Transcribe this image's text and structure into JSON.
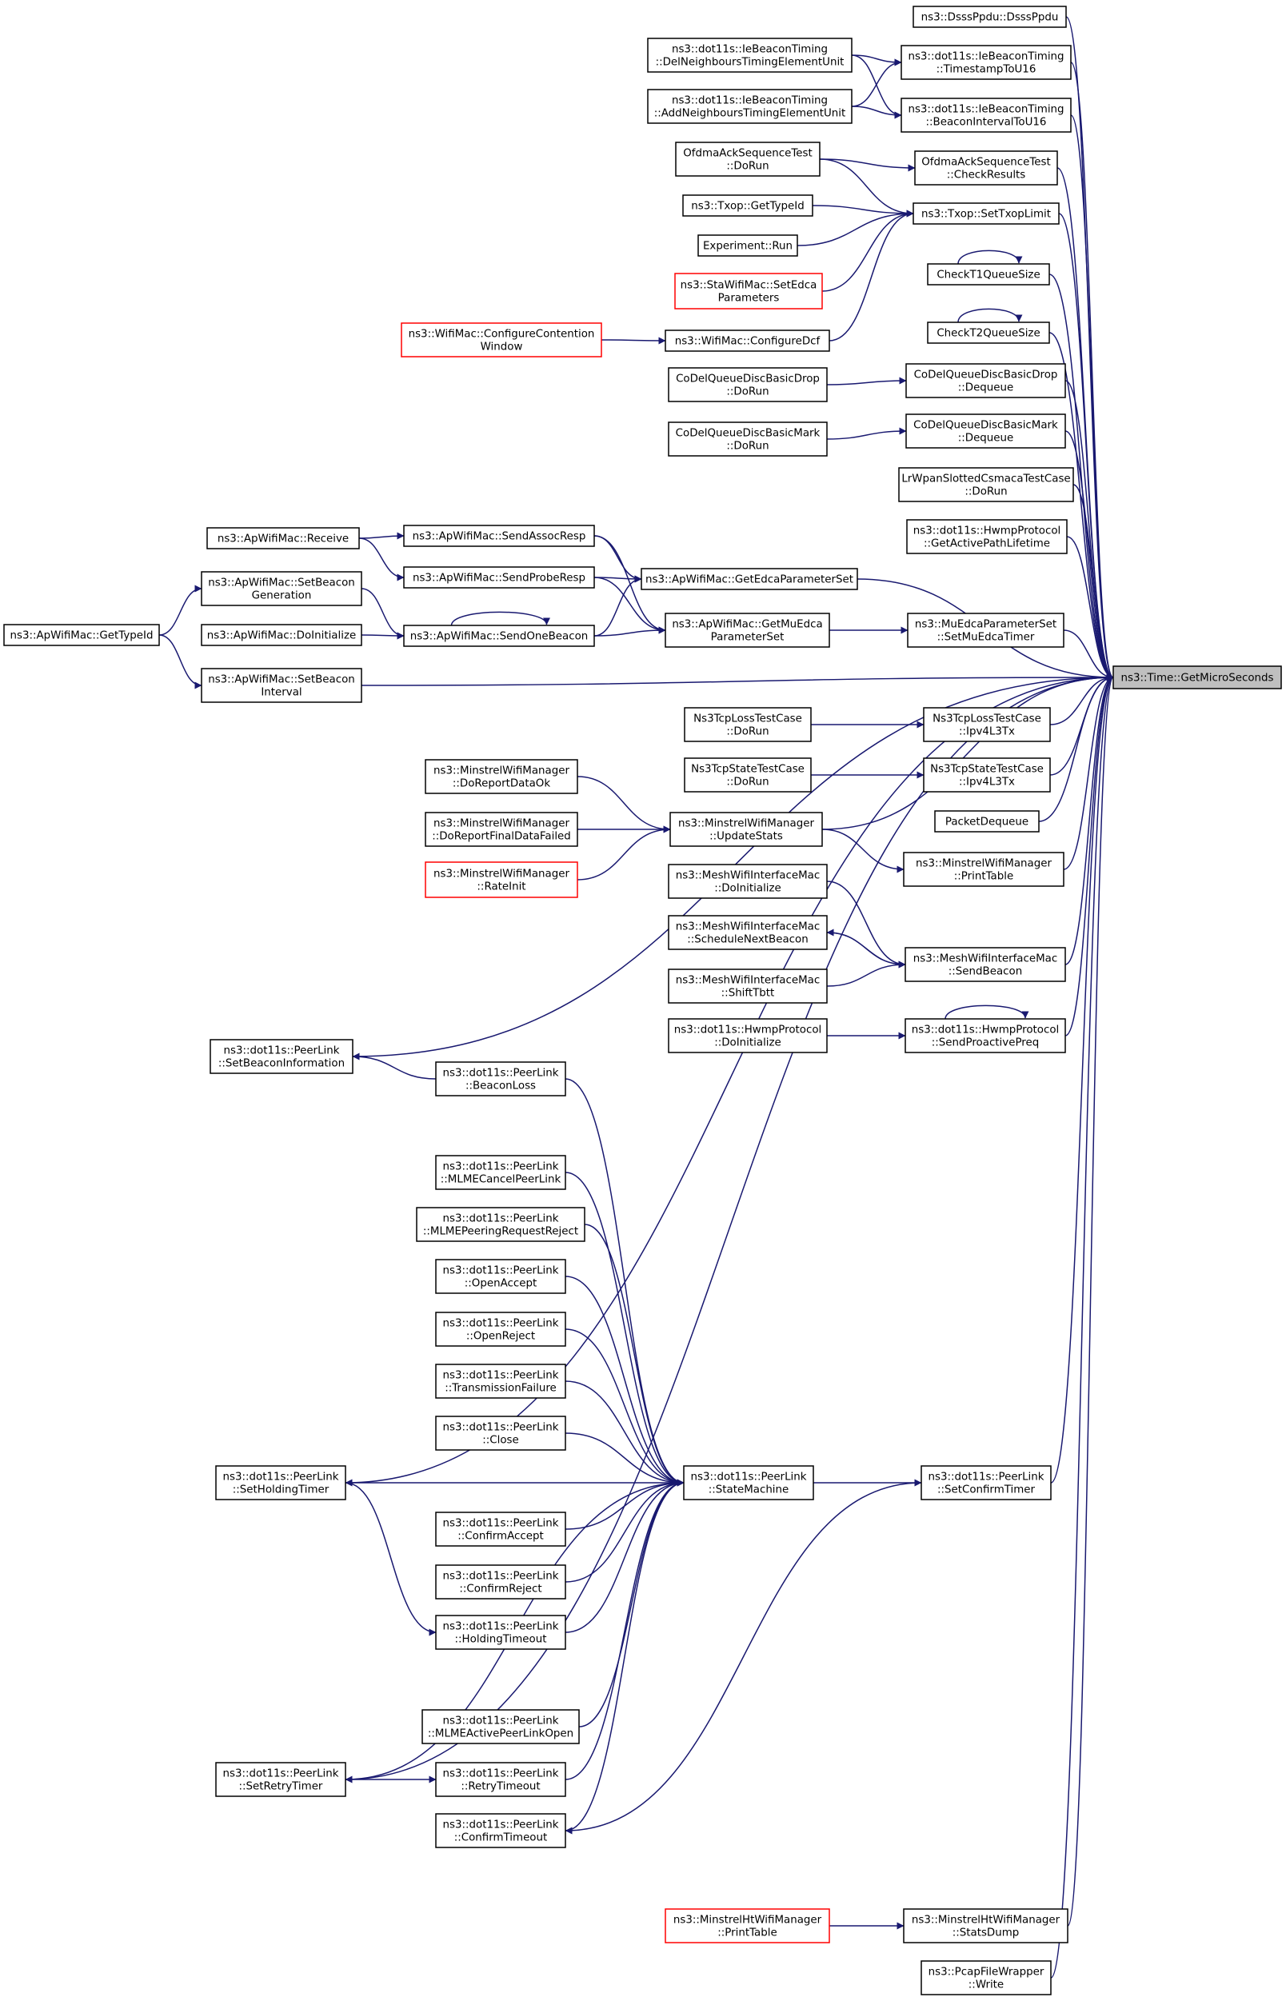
{
  "graph": {
    "type": "call-graph",
    "direction": "caller-to-callee",
    "colors": {
      "edge": "#191970",
      "node_border": "#000000",
      "node_border_truncated": "#ff0000",
      "node_fill": "#ffffff",
      "root_fill": "#bfbfbf",
      "text": "#000000"
    },
    "nodes": [
      {
        "id": "root",
        "lines": [
          "ns3::Time::GetMicroSeconds"
        ],
        "style": "root"
      },
      {
        "id": "dsss",
        "lines": [
          "ns3::DsssPpdu::DsssPpdu"
        ]
      },
      {
        "id": "delnb",
        "lines": [
          "ns3::dot11s::IeBeaconTiming",
          "::DelNeighboursTimingElementUnit"
        ]
      },
      {
        "id": "ts16",
        "lines": [
          "ns3::dot11s::IeBeaconTiming",
          "::TimestampToU16"
        ]
      },
      {
        "id": "addnb",
        "lines": [
          "ns3::dot11s::IeBeaconTiming",
          "::AddNeighboursTimingElementUnit"
        ]
      },
      {
        "id": "bi16",
        "lines": [
          "ns3::dot11s::IeBeaconTiming",
          "::BeaconIntervalToU16"
        ]
      },
      {
        "id": "ofdmarun",
        "lines": [
          "OfdmaAckSequenceTest",
          "::DoRun"
        ]
      },
      {
        "id": "ofdmacheck",
        "lines": [
          "OfdmaAckSequenceTest",
          "::CheckResults"
        ]
      },
      {
        "id": "txoptid",
        "lines": [
          "ns3::Txop::GetTypeId"
        ]
      },
      {
        "id": "settxop",
        "lines": [
          "ns3::Txop::SetTxopLimit"
        ]
      },
      {
        "id": "exprun",
        "lines": [
          "Experiment::Run"
        ]
      },
      {
        "id": "staedca",
        "lines": [
          "ns3::StaWifiMac::SetEdca",
          "Parameters"
        ],
        "style": "truncated"
      },
      {
        "id": "check1",
        "lines": [
          "CheckT1QueueSize"
        ]
      },
      {
        "id": "check2",
        "lines": [
          "CheckT2QueueSize"
        ]
      },
      {
        "id": "cfgcw",
        "lines": [
          "ns3::WifiMac::ConfigureContention",
          "Window"
        ],
        "style": "truncated"
      },
      {
        "id": "cfgdcf",
        "lines": [
          "ns3::WifiMac::ConfigureDcf"
        ]
      },
      {
        "id": "cdbdrun",
        "lines": [
          "CoDelQueueDiscBasicDrop",
          "::DoRun"
        ]
      },
      {
        "id": "cdbddeq",
        "lines": [
          "CoDelQueueDiscBasicDrop",
          "::Dequeue"
        ]
      },
      {
        "id": "cdbmrun",
        "lines": [
          "CoDelQueueDiscBasicMark",
          "::DoRun"
        ]
      },
      {
        "id": "cdbmdeq",
        "lines": [
          "CoDelQueueDiscBasicMark",
          "::Dequeue"
        ]
      },
      {
        "id": "lrwpan",
        "lines": [
          "LrWpanSlottedCsmacaTestCase",
          "::DoRun"
        ]
      },
      {
        "id": "hwmpapl",
        "lines": [
          "ns3::dot11s::HwmpProtocol",
          "::GetActivePathLifetime"
        ]
      },
      {
        "id": "apreceive",
        "lines": [
          "ns3::ApWifiMac::Receive"
        ]
      },
      {
        "id": "sendassoc",
        "lines": [
          "ns3::ApWifiMac::SendAssocResp"
        ]
      },
      {
        "id": "setbeacongen",
        "lines": [
          "ns3::ApWifiMac::SetBeacon",
          "Generation"
        ]
      },
      {
        "id": "sendprobe",
        "lines": [
          "ns3::ApWifiMac::SendProbeResp"
        ]
      },
      {
        "id": "getedca",
        "lines": [
          "ns3::ApWifiMac::GetEdcaParameterSet"
        ]
      },
      {
        "id": "gettypeid",
        "lines": [
          "ns3::ApWifiMac::GetTypeId"
        ]
      },
      {
        "id": "doinit",
        "lines": [
          "ns3::ApWifiMac::DoInitialize"
        ]
      },
      {
        "id": "sendonebeacon",
        "lines": [
          "ns3::ApWifiMac::SendOneBeacon"
        ]
      },
      {
        "id": "getmuedca",
        "lines": [
          "ns3::ApWifiMac::GetMuEdca",
          "ParameterSet"
        ]
      },
      {
        "id": "setmuedcatimer",
        "lines": [
          "ns3::MuEdcaParameterSet",
          "::SetMuEdcaTimer"
        ]
      },
      {
        "id": "setbeaconint",
        "lines": [
          "ns3::ApWifiMac::SetBeacon",
          "Interval"
        ]
      },
      {
        "id": "tcplossrun",
        "lines": [
          "Ns3TcpLossTestCase",
          "::DoRun"
        ]
      },
      {
        "id": "tcplossipv4",
        "lines": [
          "Ns3TcpLossTestCase",
          "::Ipv4L3Tx"
        ]
      },
      {
        "id": "tcpstaterun",
        "lines": [
          "Ns3TcpStateTestCase",
          "::DoRun"
        ]
      },
      {
        "id": "tcpstateipv4",
        "lines": [
          "Ns3TcpStateTestCase",
          "::Ipv4L3Tx"
        ]
      },
      {
        "id": "mdrok",
        "lines": [
          "ns3::MinstrelWifiManager",
          "::DoReportDataOk"
        ]
      },
      {
        "id": "pktdeq",
        "lines": [
          "PacketDequeue"
        ]
      },
      {
        "id": "mdrfdf",
        "lines": [
          "ns3::MinstrelWifiManager",
          "::DoReportFinalDataFailed"
        ]
      },
      {
        "id": "mupdate",
        "lines": [
          "ns3::MinstrelWifiManager",
          "::UpdateStats"
        ]
      },
      {
        "id": "mrateinit",
        "lines": [
          "ns3::MinstrelWifiManager",
          "::RateInit"
        ],
        "style": "truncated"
      },
      {
        "id": "mprint",
        "lines": [
          "ns3::MinstrelWifiManager",
          "::PrintTable"
        ]
      },
      {
        "id": "meshdoinit",
        "lines": [
          "ns3::MeshWifiInterfaceMac",
          "::DoInitialize"
        ]
      },
      {
        "id": "meshsched",
        "lines": [
          "ns3::MeshWifiInterfaceMac",
          "::ScheduleNextBeacon"
        ]
      },
      {
        "id": "meshsend",
        "lines": [
          "ns3::MeshWifiInterfaceMac",
          "::SendBeacon"
        ]
      },
      {
        "id": "meshshift",
        "lines": [
          "ns3::MeshWifiInterfaceMac",
          "::ShiftTbtt"
        ]
      },
      {
        "id": "hwmpdoinit",
        "lines": [
          "ns3::dot11s::HwmpProtocol",
          "::DoInitialize"
        ]
      },
      {
        "id": "hwmpsendpreq",
        "lines": [
          "ns3::dot11s::HwmpProtocol",
          "::SendProactivePreq"
        ]
      },
      {
        "id": "plsetbeaconinfo",
        "lines": [
          "ns3::dot11s::PeerLink",
          "::SetBeaconInformation"
        ]
      },
      {
        "id": "plbeaconloss",
        "lines": [
          "ns3::dot11s::PeerLink",
          "::BeaconLoss"
        ]
      },
      {
        "id": "plmlmecancel",
        "lines": [
          "ns3::dot11s::PeerLink",
          "::MLMECancelPeerLink"
        ]
      },
      {
        "id": "plmlmereject",
        "lines": [
          "ns3::dot11s::PeerLink",
          "::MLMEPeeringRequestReject"
        ]
      },
      {
        "id": "plopenaccept",
        "lines": [
          "ns3::dot11s::PeerLink",
          "::OpenAccept"
        ]
      },
      {
        "id": "plopenreject",
        "lines": [
          "ns3::dot11s::PeerLink",
          "::OpenReject"
        ]
      },
      {
        "id": "pltxfail",
        "lines": [
          "ns3::dot11s::PeerLink",
          "::TransmissionFailure"
        ]
      },
      {
        "id": "plclose",
        "lines": [
          "ns3::dot11s::PeerLink",
          "::Close"
        ]
      },
      {
        "id": "plsetholding",
        "lines": [
          "ns3::dot11s::PeerLink",
          "::SetHoldingTimer"
        ]
      },
      {
        "id": "plsm",
        "lines": [
          "ns3::dot11s::PeerLink",
          "::StateMachine"
        ]
      },
      {
        "id": "plsetconfirm",
        "lines": [
          "ns3::dot11s::PeerLink",
          "::SetConfirmTimer"
        ]
      },
      {
        "id": "plconfaccept",
        "lines": [
          "ns3::dot11s::PeerLink",
          "::ConfirmAccept"
        ]
      },
      {
        "id": "plconfreject",
        "lines": [
          "ns3::dot11s::PeerLink",
          "::ConfirmReject"
        ]
      },
      {
        "id": "plholdingto",
        "lines": [
          "ns3::dot11s::PeerLink",
          "::HoldingTimeout"
        ]
      },
      {
        "id": "plmlmeactive",
        "lines": [
          "ns3::dot11s::PeerLink",
          "::MLMEActivePeerLinkOpen"
        ]
      },
      {
        "id": "plsetretry",
        "lines": [
          "ns3::dot11s::PeerLink",
          "::SetRetryTimer"
        ]
      },
      {
        "id": "plretryto",
        "lines": [
          "ns3::dot11s::PeerLink",
          "::RetryTimeout"
        ]
      },
      {
        "id": "plconfto",
        "lines": [
          "ns3::dot11s::PeerLink",
          "::ConfirmTimeout"
        ]
      },
      {
        "id": "mhtprint",
        "lines": [
          "ns3::MinstrelHtWifiManager",
          "::PrintTable"
        ],
        "style": "truncated"
      },
      {
        "id": "mhtstats",
        "lines": [
          "ns3::MinstrelHtWifiManager",
          "::StatsDump"
        ]
      },
      {
        "id": "pcapwrite",
        "lines": [
          "ns3::PcapFileWrapper",
          "::Write"
        ]
      }
    ],
    "edges": [
      [
        "dsss",
        "root"
      ],
      [
        "ts16",
        "root"
      ],
      [
        "bi16",
        "root"
      ],
      [
        "ofdmacheck",
        "root"
      ],
      [
        "settxop",
        "root"
      ],
      [
        "check1",
        "root"
      ],
      [
        "check2",
        "root"
      ],
      [
        "cdbddeq",
        "root"
      ],
      [
        "cdbmdeq",
        "root"
      ],
      [
        "lrwpan",
        "root"
      ],
      [
        "hwmpapl",
        "root"
      ],
      [
        "getedca",
        "root"
      ],
      [
        "setmuedcatimer",
        "root"
      ],
      [
        "setbeaconint",
        "root"
      ],
      [
        "tcplossipv4",
        "root"
      ],
      [
        "tcpstateipv4",
        "root"
      ],
      [
        "pktdeq",
        "root"
      ],
      [
        "mupdate",
        "root"
      ],
      [
        "mprint",
        "root"
      ],
      [
        "meshsend",
        "root"
      ],
      [
        "hwmpsendpreq",
        "root"
      ],
      [
        "plsetbeaconinfo",
        "root"
      ],
      [
        "plsetholding",
        "root"
      ],
      [
        "plsetconfirm",
        "root"
      ],
      [
        "plsetretry",
        "root"
      ],
      [
        "mhtstats",
        "root"
      ],
      [
        "pcapwrite",
        "root"
      ],
      [
        "delnb",
        "ts16"
      ],
      [
        "delnb",
        "bi16"
      ],
      [
        "addnb",
        "ts16"
      ],
      [
        "addnb",
        "bi16"
      ],
      [
        "ofdmarun",
        "ofdmacheck"
      ],
      [
        "ofdmarun",
        "settxop"
      ],
      [
        "txoptid",
        "settxop"
      ],
      [
        "exprun",
        "settxop"
      ],
      [
        "staedca",
        "settxop"
      ],
      [
        "cfgdcf",
        "settxop"
      ],
      [
        "cfgcw",
        "cfgdcf"
      ],
      [
        "check1",
        "check1"
      ],
      [
        "check2",
        "check2"
      ],
      [
        "cdbdrun",
        "cdbddeq"
      ],
      [
        "cdbmrun",
        "cdbmdeq"
      ],
      [
        "apreceive",
        "sendassoc"
      ],
      [
        "apreceive",
        "sendprobe"
      ],
      [
        "sendassoc",
        "getedca"
      ],
      [
        "sendassoc",
        "getmuedca"
      ],
      [
        "sendprobe",
        "getedca"
      ],
      [
        "sendprobe",
        "getmuedca"
      ],
      [
        "gettypeid",
        "setbeacongen"
      ],
      [
        "gettypeid",
        "setbeaconint"
      ],
      [
        "setbeacongen",
        "sendonebeacon"
      ],
      [
        "doinit",
        "sendonebeacon"
      ],
      [
        "sendonebeacon",
        "sendonebeacon"
      ],
      [
        "sendonebeacon",
        "getedca"
      ],
      [
        "sendonebeacon",
        "getmuedca"
      ],
      [
        "getmuedca",
        "setmuedcatimer"
      ],
      [
        "tcplossrun",
        "tcplossipv4"
      ],
      [
        "tcpstaterun",
        "tcpstateipv4"
      ],
      [
        "mdrok",
        "mupdate"
      ],
      [
        "mdrfdf",
        "mupdate"
      ],
      [
        "mrateinit",
        "mupdate"
      ],
      [
        "mupdate",
        "mprint"
      ],
      [
        "meshdoinit",
        "meshsend"
      ],
      [
        "meshsend",
        "meshsched"
      ],
      [
        "meshsched",
        "meshsend"
      ],
      [
        "meshshift",
        "meshsend"
      ],
      [
        "hwmpdoinit",
        "hwmpsendpreq"
      ],
      [
        "hwmpsendpreq",
        "hwmpsendpreq"
      ],
      [
        "plbeaconloss",
        "plsetbeaconinfo"
      ],
      [
        "plbeaconloss",
        "plsm"
      ],
      [
        "plmlmecancel",
        "plsm"
      ],
      [
        "plmlmereject",
        "plsm"
      ],
      [
        "plopenaccept",
        "plsm"
      ],
      [
        "plopenreject",
        "plsm"
      ],
      [
        "pltxfail",
        "plsm"
      ],
      [
        "plclose",
        "plsm"
      ],
      [
        "plconfaccept",
        "plsm"
      ],
      [
        "plconfreject",
        "plsm"
      ],
      [
        "plholdingto",
        "plsm"
      ],
      [
        "plmlmeactive",
        "plsm"
      ],
      [
        "plretryto",
        "plsm"
      ],
      [
        "plconfto",
        "plsm"
      ],
      [
        "plsm",
        "plsetholding"
      ],
      [
        "plsm",
        "plsetconfirm"
      ],
      [
        "plsm",
        "plsetretry"
      ],
      [
        "plsetholding",
        "plholdingto"
      ],
      [
        "plsetretry",
        "plretryto"
      ],
      [
        "plsetconfirm",
        "plconfto"
      ],
      [
        "mhtprint",
        "mhtstats"
      ]
    ]
  }
}
